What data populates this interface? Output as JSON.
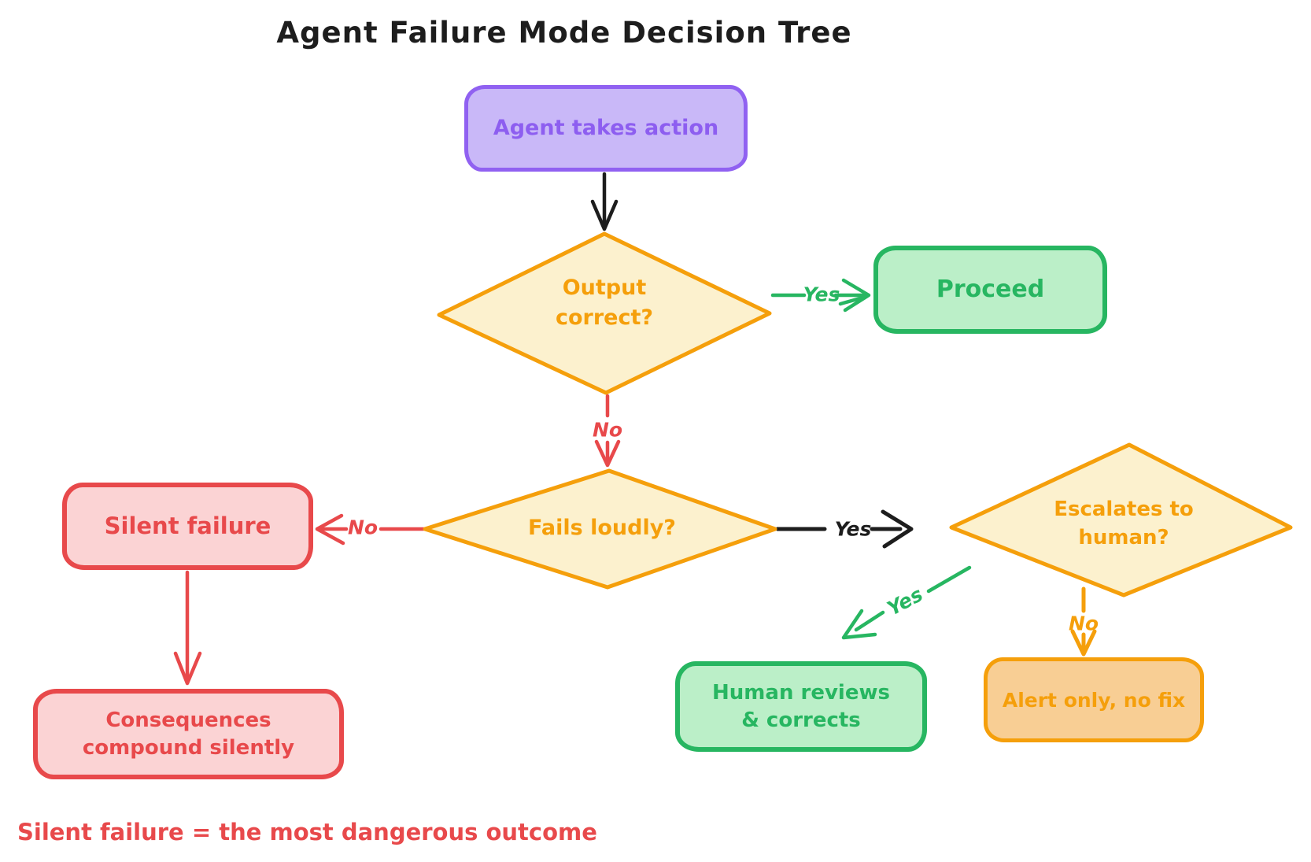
{
  "title": "Agent Failure Mode Decision Tree",
  "footnote": "Silent failure = the most dangerous outcome",
  "diagram_type": "flowchart-decision-tree",
  "nodes": {
    "start": {
      "label": "Agent takes action",
      "shape": "rounded-rectangle",
      "color_theme": "purple"
    },
    "output_correct": {
      "label": "Output correct?",
      "shape": "diamond",
      "color_theme": "orange"
    },
    "proceed": {
      "label": "Proceed",
      "shape": "rounded-rectangle",
      "color_theme": "green"
    },
    "fails_loudly": {
      "label": "Fails loudly?",
      "shape": "diamond",
      "color_theme": "orange"
    },
    "silent_failure": {
      "label": "Silent failure",
      "shape": "rounded-rectangle",
      "color_theme": "red"
    },
    "consequences": {
      "label": "Consequences compound silently",
      "shape": "rounded-rectangle",
      "color_theme": "red"
    },
    "escalates": {
      "label": "Escalates to human?",
      "shape": "diamond",
      "color_theme": "orange"
    },
    "human_reviews": {
      "label": "Human reviews & corrects",
      "shape": "rounded-rectangle",
      "color_theme": "green"
    },
    "alert_only": {
      "label": "Alert only, no fix",
      "shape": "rounded-rectangle",
      "color_theme": "orange"
    }
  },
  "edges": {
    "start_to_output": {
      "from": "start",
      "to": "output_correct",
      "label": "",
      "color": "black"
    },
    "output_yes": {
      "from": "output_correct",
      "to": "proceed",
      "label": "Yes",
      "color": "green"
    },
    "output_no": {
      "from": "output_correct",
      "to": "fails_loudly",
      "label": "No",
      "color": "red"
    },
    "fails_no": {
      "from": "fails_loudly",
      "to": "silent_failure",
      "label": "No",
      "color": "red"
    },
    "fails_yes": {
      "from": "fails_loudly",
      "to": "escalates",
      "label": "Yes",
      "color": "black"
    },
    "silent_to_consequences": {
      "from": "silent_failure",
      "to": "consequences",
      "label": "",
      "color": "red"
    },
    "escalates_yes": {
      "from": "escalates",
      "to": "human_reviews",
      "label": "Yes",
      "color": "green"
    },
    "escalates_no": {
      "from": "escalates",
      "to": "alert_only",
      "label": "No",
      "color": "orange"
    }
  },
  "colors": {
    "purple_border": "#9061F1",
    "purple_fill": "#C9B8F8",
    "purple_text": "#8D5EF0",
    "orange": "#F59F0B",
    "orange_fill_light": "#FCF1CE",
    "orange_fill_dark": "#F8CE94",
    "green": "#27B661",
    "green_fill": "#BBEFC8",
    "red": "#E8494B",
    "red_fill": "#FBD3D4",
    "black": "#1D1D1D",
    "background": "#FFFFFF"
  }
}
